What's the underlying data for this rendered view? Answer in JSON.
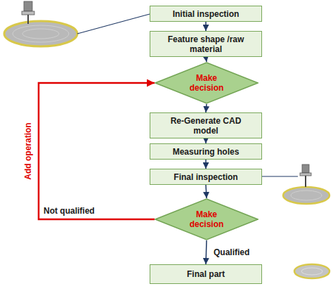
{
  "diagram": {
    "nodes": [
      {
        "text": [
          "Initial inspection"
        ]
      },
      {
        "text": [
          "Feature shape /raw material"
        ]
      },
      {
        "text": [
          "Make decision"
        ]
      },
      {
        "text": [
          "Re-Generate CAD model"
        ]
      },
      {
        "text": [
          "Measuring holes"
        ]
      },
      {
        "text": [
          "Final inspection"
        ]
      },
      {
        "text": [
          "Make decision"
        ]
      },
      {
        "text": [
          "Final part"
        ]
      }
    ],
    "edges": [
      {
        "from": 0,
        "to": 1,
        "arrow": "to"
      },
      {
        "from": 1,
        "to": 2,
        "arrow": "to"
      },
      {
        "from": 2,
        "to": 3,
        "arrow": "to"
      },
      {
        "from": 3,
        "to": 4,
        "arrow": "to"
      },
      {
        "from": 4,
        "to": 5,
        "arrow": "to"
      },
      {
        "from": 5,
        "to": 6,
        "arrow": "to"
      },
      {
        "from": 6,
        "to": 7,
        "label": "Qualified",
        "arrow": "to"
      },
      {
        "from": 6,
        "to": 2,
        "label": "Not qualified",
        "arrow": "to"
      }
    ],
    "labels": [
      "Add operation"
    ]
  }
}
